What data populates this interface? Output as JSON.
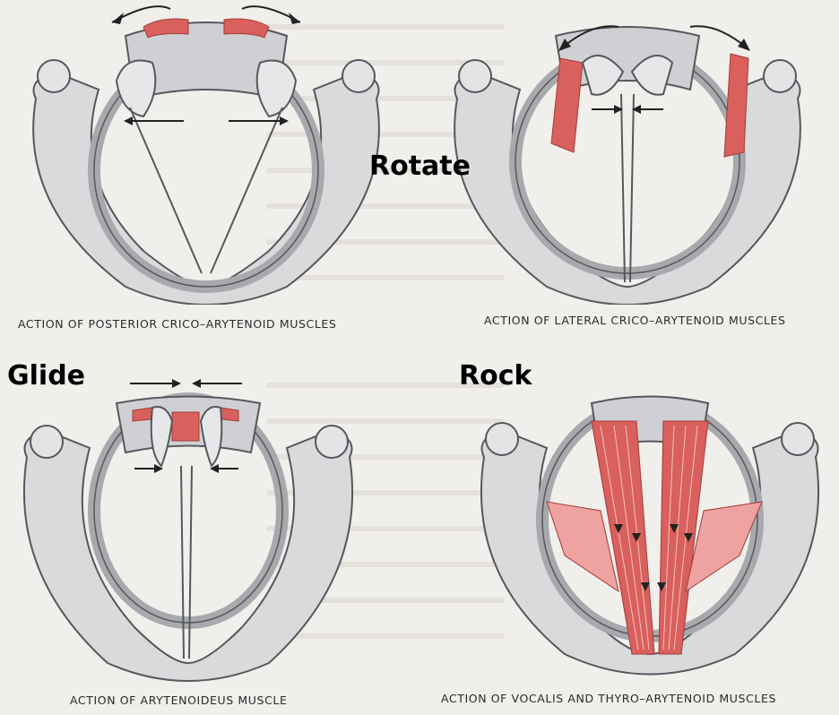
{
  "labels": {
    "rotate": "Rotate",
    "glide": "Glide",
    "rock": "Rock"
  },
  "captions": {
    "posterior": "ACTION OF POSTERIOR CRICO–ARYTENOID MUSCLES",
    "lateral": "ACTION OF LATERAL CRICO–ARYTENOID MUSCLES",
    "arytenoideus": "ACTION OF ARYTENOIDEUS MUSCLE",
    "vocalis": "ACTION OF VOCALIS AND THYRO–ARYTENOID MUSCLES"
  },
  "colors": {
    "cartilage": "#d9dadc",
    "cartilage_shadow": "#a7a9ad",
    "outline": "#55585c",
    "muscle": "#d9605c",
    "muscle_light": "#eea3a0",
    "background": "#f1efec"
  }
}
